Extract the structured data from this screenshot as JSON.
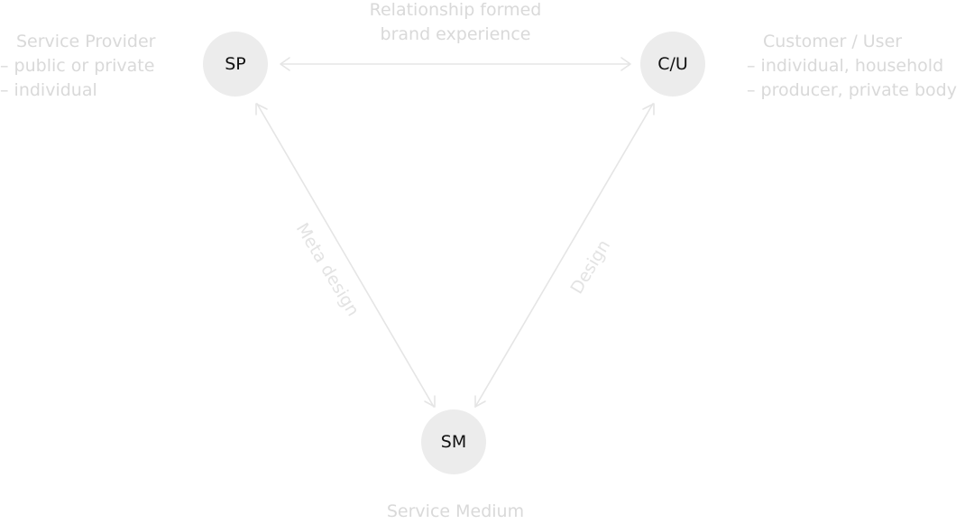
{
  "nodes": {
    "sp": "SP",
    "cu": "C/U",
    "sm": "SM"
  },
  "top_label": {
    "line1": "Relationship formed",
    "line2": "brand experience"
  },
  "sp_label": {
    "line1": "Service Provider",
    "line2": "– public or private",
    "line3": "– individual"
  },
  "cu_label": {
    "line1": "Customer / User",
    "line2": "– individual, household",
    "line3": "– producer, private body"
  },
  "sm_label": "Service Medium",
  "edges": {
    "sp_sm": "Meta design",
    "cu_sm": "Design"
  },
  "colors": {
    "node_fill": "#ececec",
    "node_text": "#111111",
    "label_text": "#d9d9d9",
    "arrow": "#e5e5e5"
  }
}
